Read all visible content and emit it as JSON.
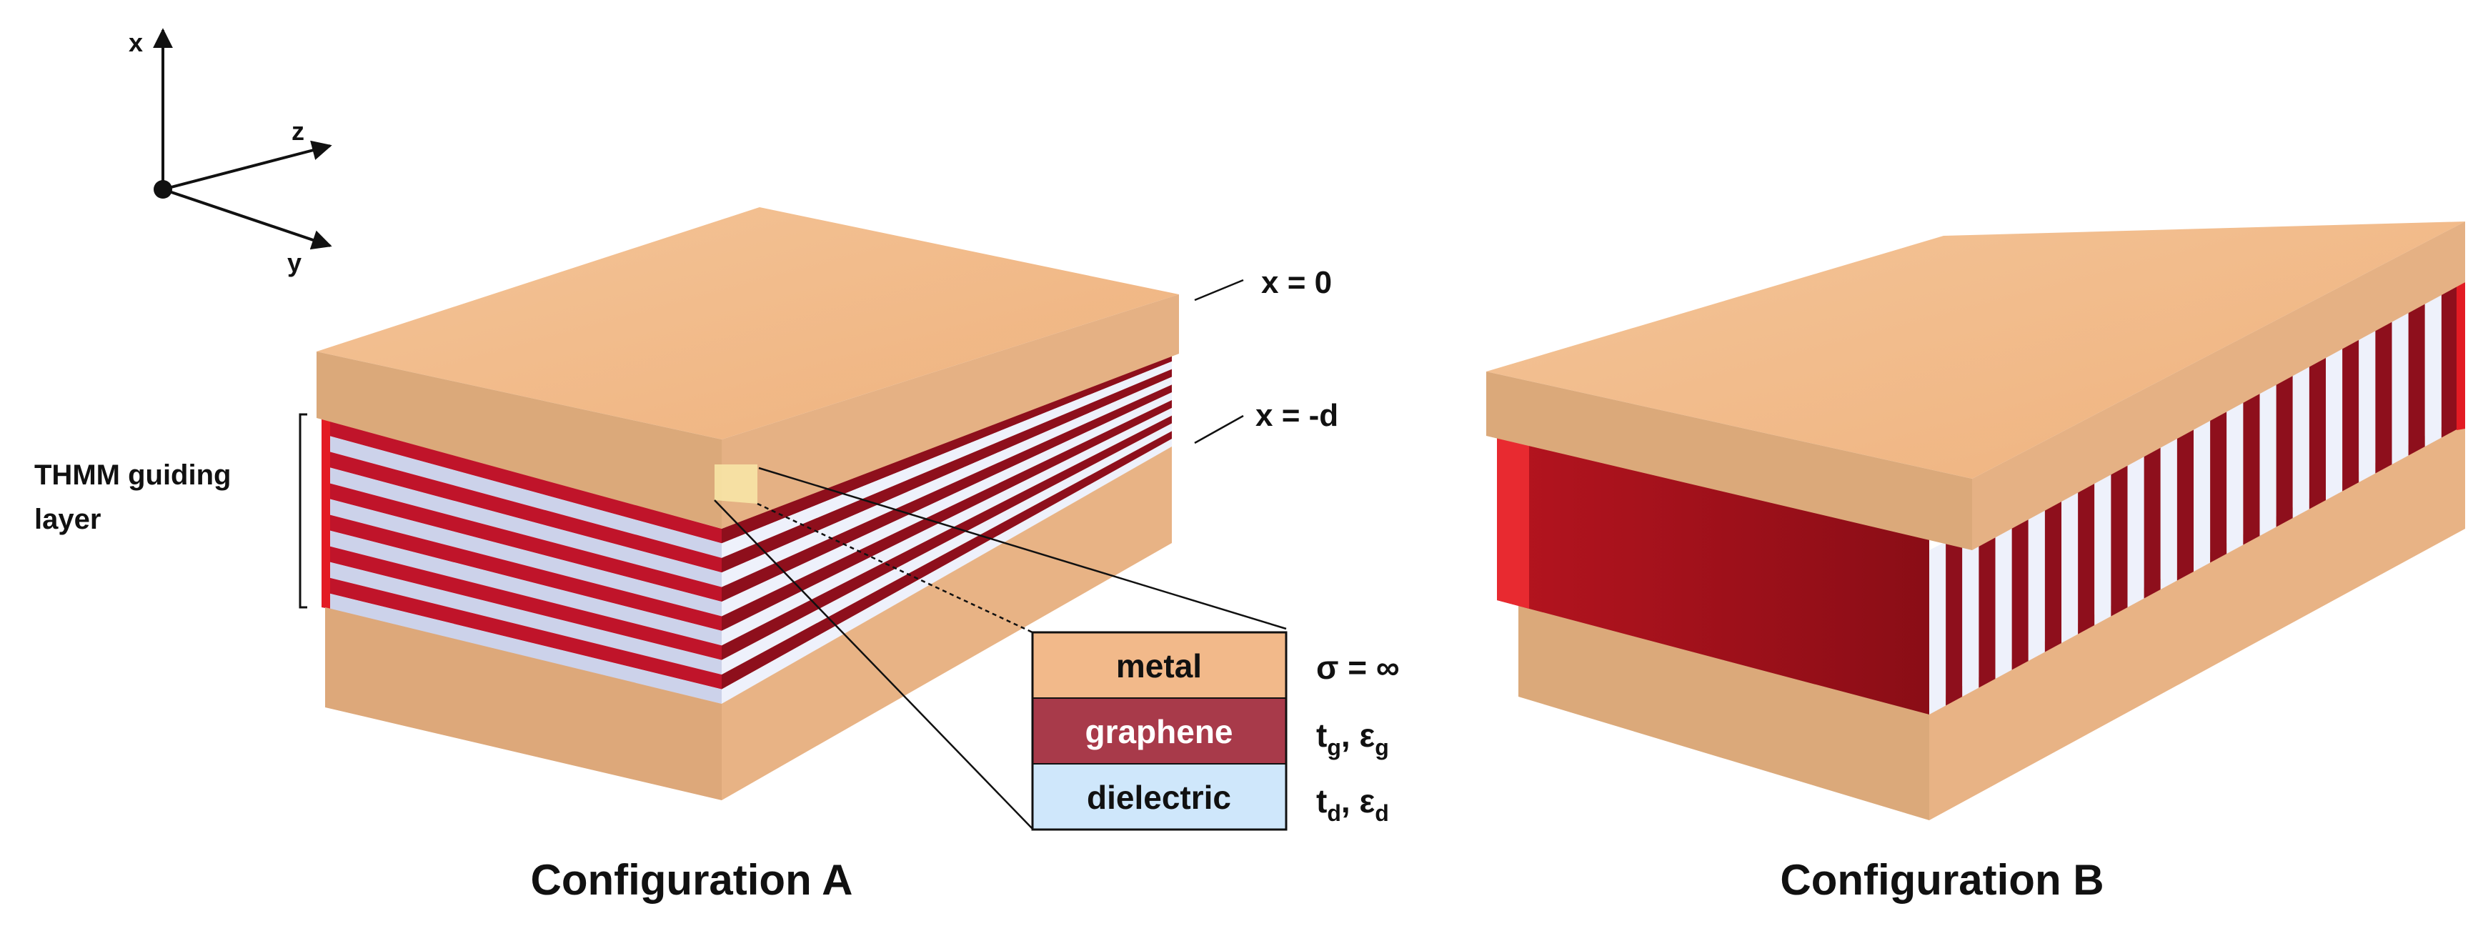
{
  "axes": {
    "x": "x",
    "y": "y",
    "z": "z"
  },
  "labels": {
    "x_zero": "x = 0",
    "x_minus_d": "x = -d",
    "thmm_line1": "THMM guiding",
    "thmm_line2": "layer"
  },
  "legend": {
    "metal": {
      "name": "metal",
      "prop": "σ = ∞",
      "color": "#f2b98a"
    },
    "graphene": {
      "name": "graphene",
      "prop_a": "t",
      "sub_a": "g",
      "prop_b": ", ε",
      "sub_b": "g",
      "color": "#a83a4a"
    },
    "dielectric": {
      "name": "dielectric",
      "prop_a": "t",
      "sub_a": "d",
      "prop_b": ", ε",
      "sub_b": "d",
      "color": "#cfe7fb"
    }
  },
  "captions": {
    "config_a": "Configuration A",
    "config_b": "Configuration B"
  },
  "colors": {
    "metal_top": "#f2b98a",
    "metal_front": "#dba97a",
    "metal_side": "#e8b486",
    "graphene_dark": "#8e0f1c",
    "graphene_red": "#c0142a",
    "graphene_bright": "#e31b23",
    "stripe_light": "#ccd2ea",
    "stripe_white": "#eef1fb"
  }
}
